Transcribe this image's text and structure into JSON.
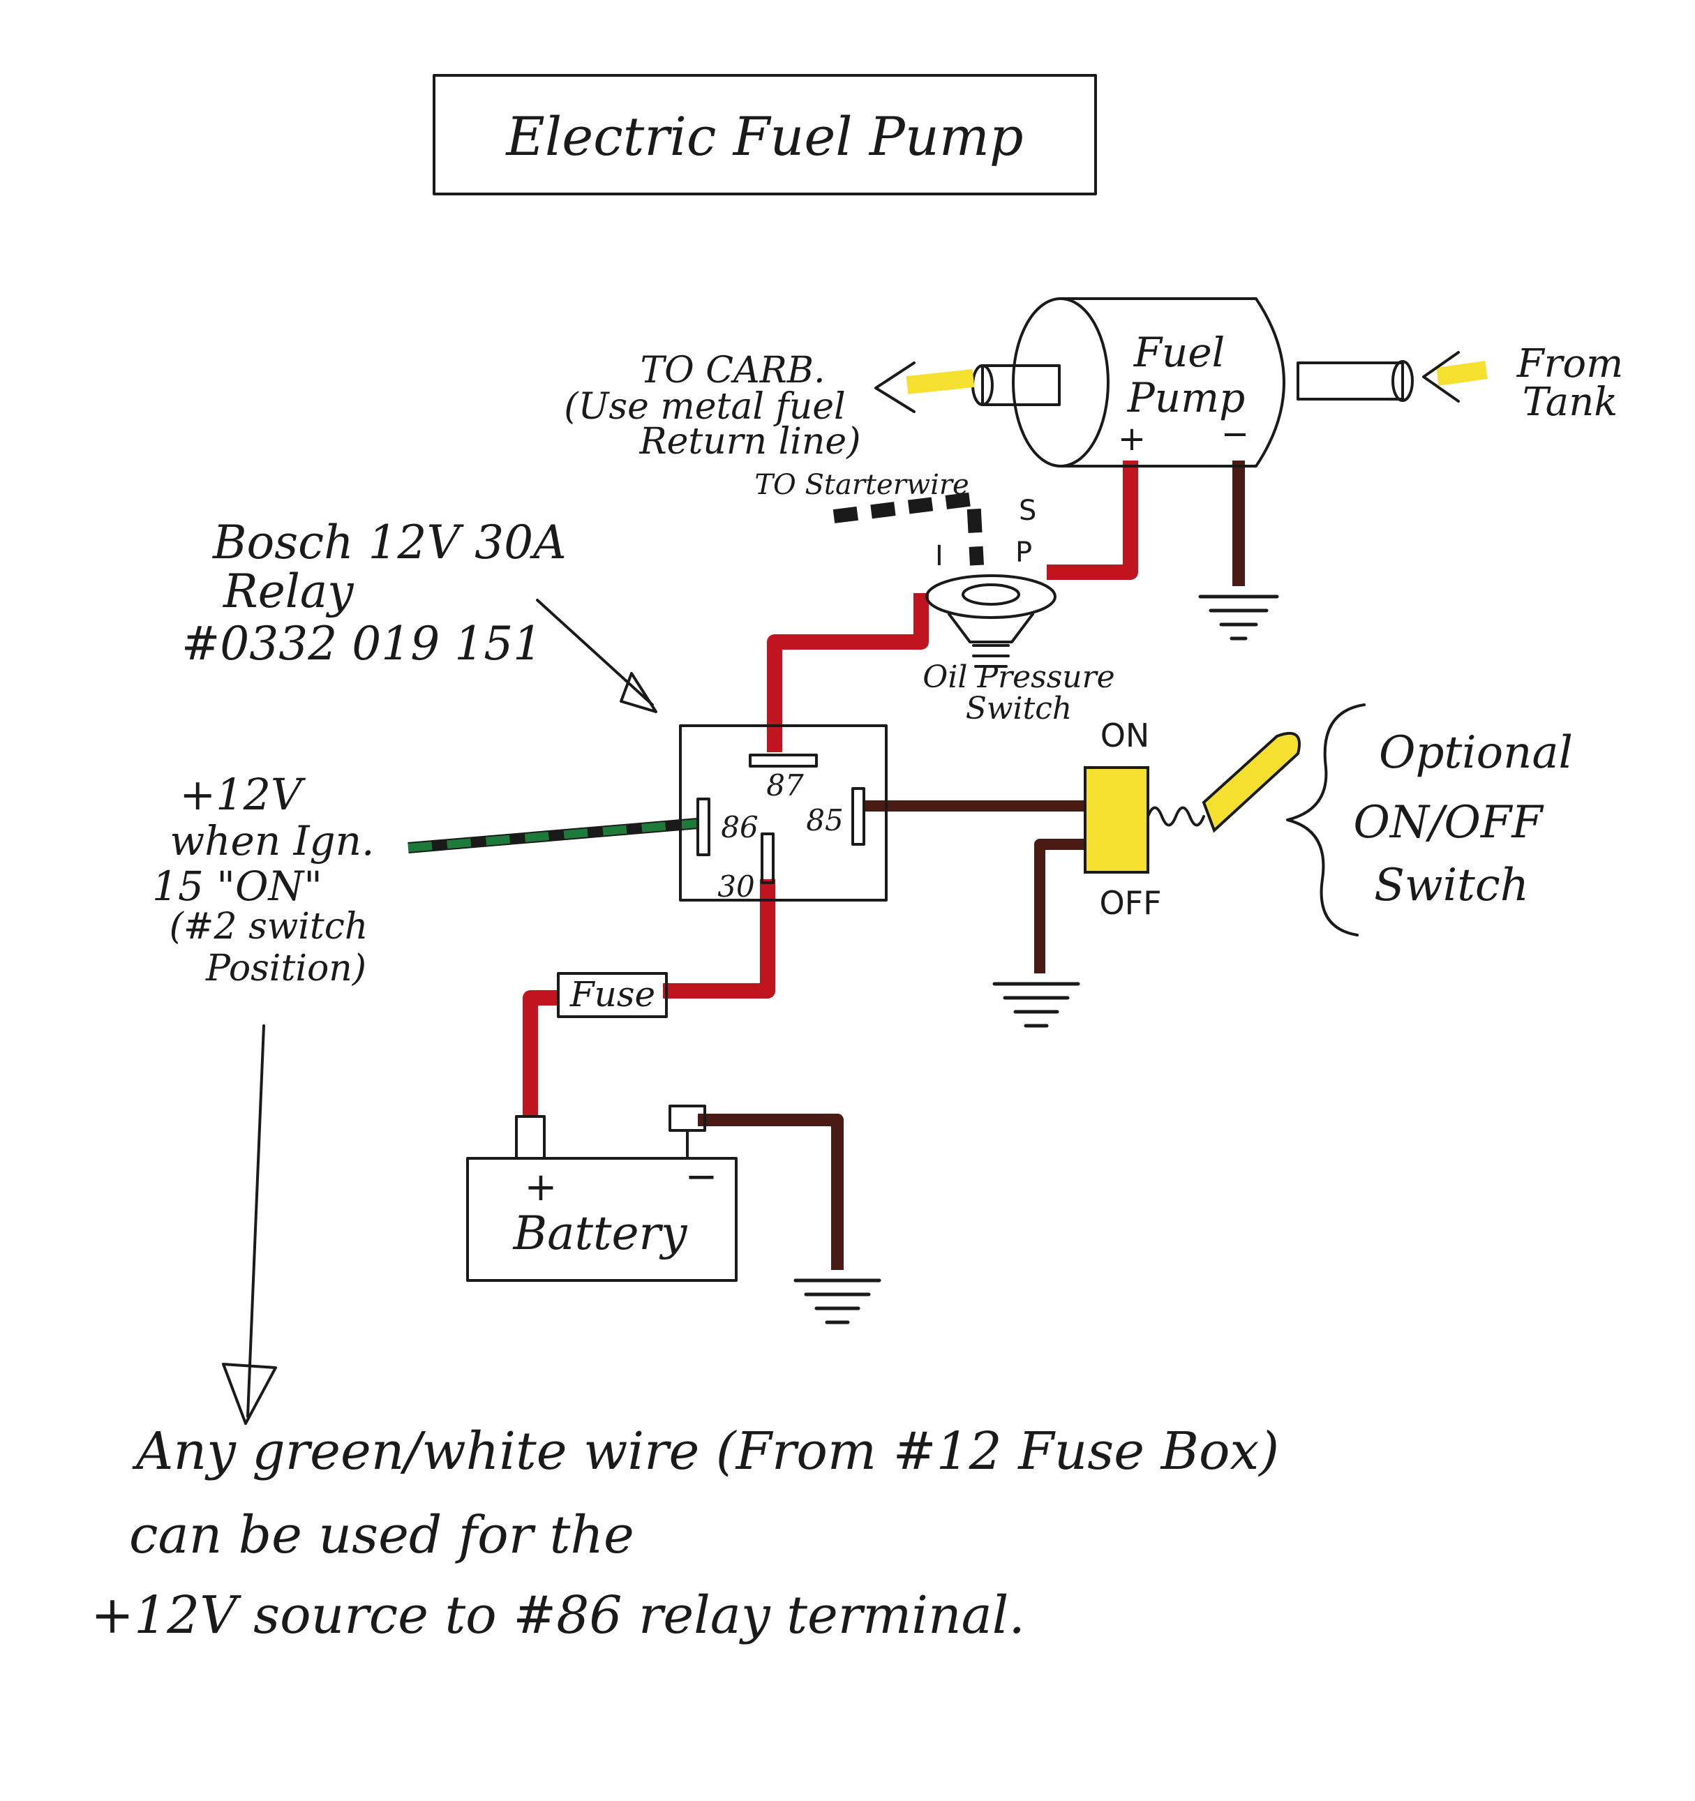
{
  "title": "Electric Fuel Pump",
  "fuel_pump": {
    "label_line1": "Fuel",
    "label_line2": "Pump",
    "plus": "+",
    "minus": "−"
  },
  "to_carb": {
    "line1": "TO CARB.",
    "line2": "(Use metal fuel",
    "line3": "Return line)"
  },
  "from_tank": {
    "line1": "From",
    "line2": "Tank"
  },
  "starter_wire": "TO Starterwire",
  "oil_switch": {
    "s": "S",
    "i": "I",
    "p": "P",
    "line1": "Oil Pressure",
    "line2": "Switch"
  },
  "relay": {
    "line1": "Bosch  12V  30A",
    "line2": "Relay",
    "line3": "#0332 019 151",
    "t87": "87",
    "t86": "86",
    "t85": "85",
    "t30": "30"
  },
  "ign_source": {
    "line1": "+12V",
    "line2": "when Ign.",
    "line3": "15 \"ON\"",
    "line4": "(#2 switch",
    "line5": "Position)"
  },
  "switch": {
    "on": "ON",
    "off": "OFF",
    "optional_line1": "Optional",
    "optional_line2": "ON/OFF",
    "optional_line3": "Switch"
  },
  "fuse": "Fuse",
  "battery": {
    "label": "Battery",
    "plus": "+",
    "minus": "−"
  },
  "note": {
    "line1": "Any green/white wire  (From #12 Fuse Box)",
    "line2": "can be used for the",
    "line3": "+12V source to #86 relay terminal."
  },
  "colors": {
    "ink": "#1a1a1a",
    "red_wire": "#c0141e",
    "brown_wire": "#4a1a14",
    "green_wire": "#1e7a3a",
    "yellow": "#f5e030"
  }
}
